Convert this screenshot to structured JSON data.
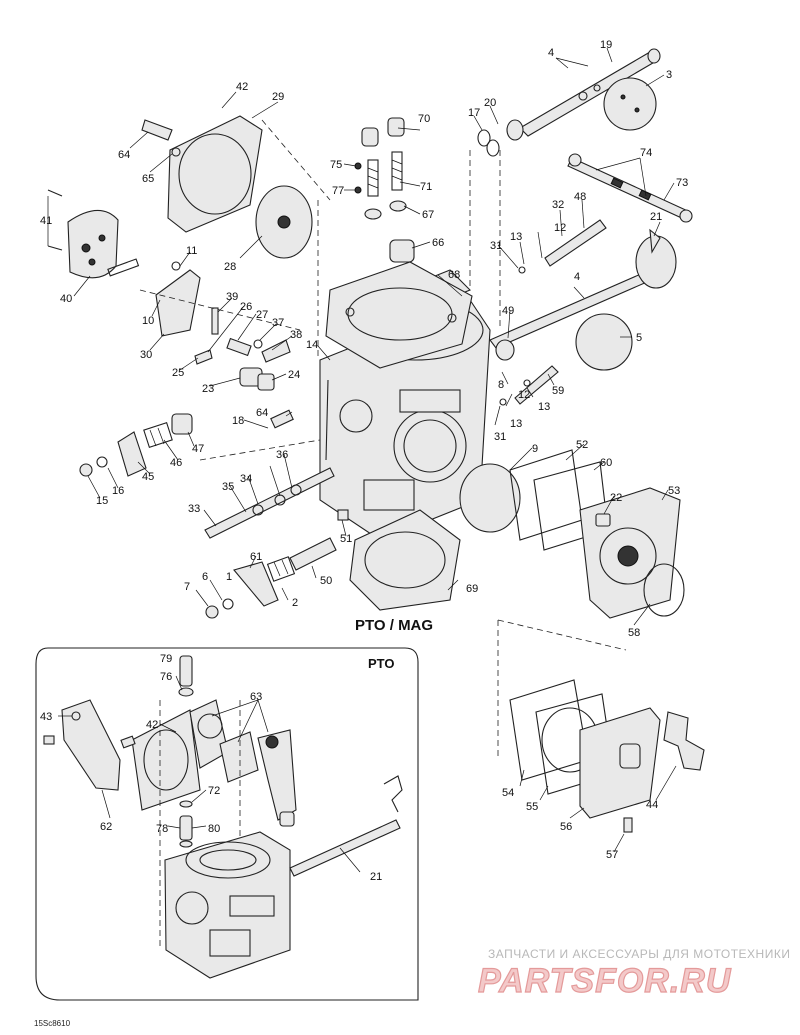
{
  "diagram": {
    "main_label": "PTO / MAG",
    "inset_label": "PTO",
    "drawing_code": "15Sc8610",
    "callouts": [
      "1",
      "2",
      "3",
      "4",
      "5",
      "6",
      "7",
      "8",
      "9",
      "10",
      "11",
      "12",
      "13",
      "14",
      "15",
      "16",
      "17",
      "18",
      "19",
      "20",
      "21",
      "22",
      "23",
      "24",
      "25",
      "26",
      "27",
      "28",
      "29",
      "30",
      "31",
      "32",
      "33",
      "34",
      "35",
      "36",
      "37",
      "38",
      "39",
      "40",
      "41",
      "42",
      "43",
      "44",
      "45",
      "46",
      "47",
      "48",
      "49",
      "50",
      "51",
      "52",
      "53",
      "54",
      "55",
      "56",
      "57",
      "58",
      "59",
      "60",
      "61",
      "62",
      "63",
      "64",
      "65",
      "66",
      "67",
      "68",
      "69",
      "70",
      "71",
      "72",
      "73",
      "74",
      "75",
      "76",
      "77",
      "78",
      "79",
      "80"
    ]
  },
  "watermark": {
    "line1": "ЗАПЧАСТИ И АКСЕССУАРЫ ДЛЯ МОТОТЕХНИКИ",
    "line2": "PARTSFOR.RU"
  }
}
